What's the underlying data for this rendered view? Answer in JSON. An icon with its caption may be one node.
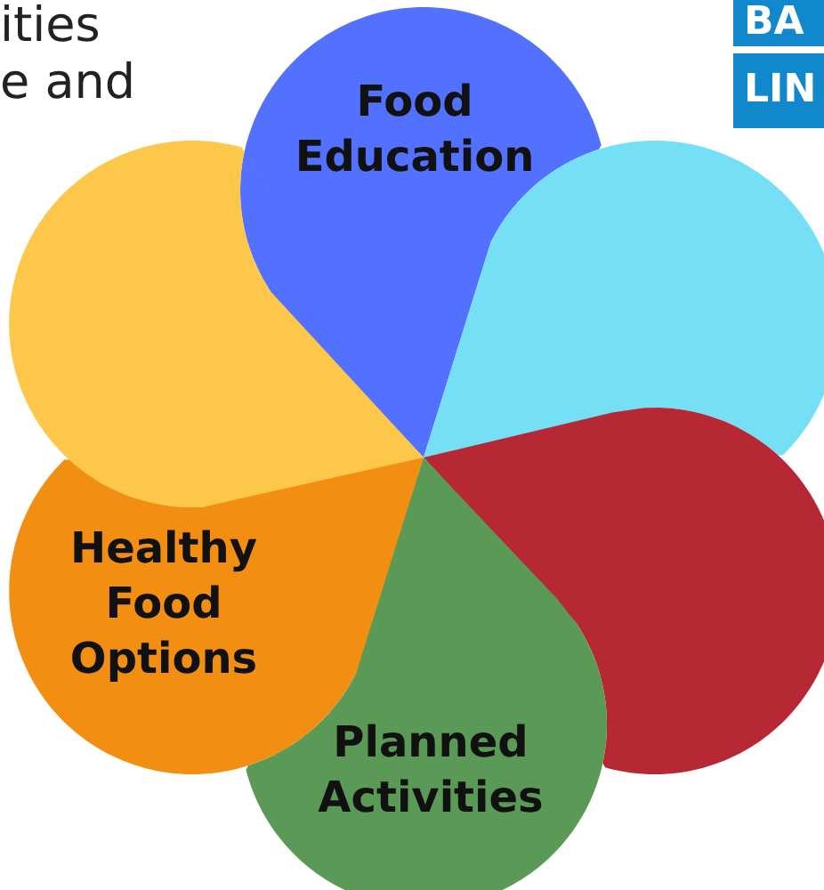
{
  "diagram": {
    "nodes": [
      {
        "text": [
          "Food Education"
        ]
      },
      {
        "text": [],
        "shape": "petal"
      },
      {
        "text": [],
        "shape": "petal"
      },
      {
        "text": [],
        "shape": "petal"
      },
      {
        "text": [
          "Healthy Food Options"
        ]
      },
      {
        "text": [
          "Planned Activities"
        ]
      }
    ],
    "labels": [
      "ities",
      "e and",
      "BA",
      "LIN"
    ]
  }
}
